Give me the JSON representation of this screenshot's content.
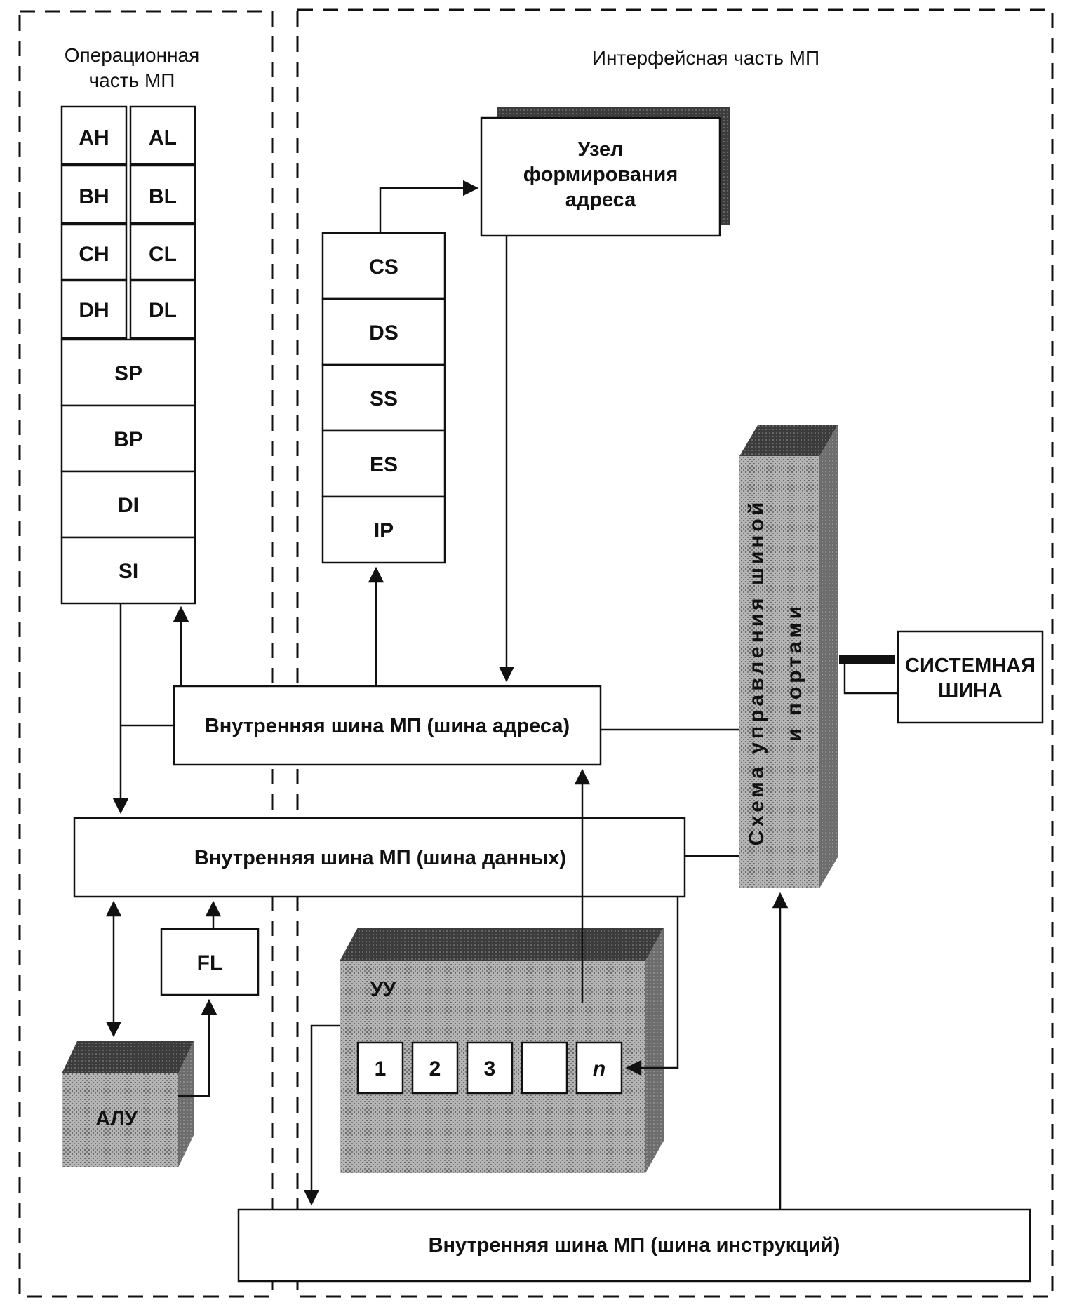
{
  "sections": {
    "operational_line1": "Операционная",
    "operational_line2": "часть МП",
    "interface": "Интерфейсная часть МП"
  },
  "gp_registers": [
    [
      "AH",
      "AL"
    ],
    [
      "BH",
      "BL"
    ],
    [
      "CH",
      "CL"
    ],
    [
      "DH",
      "DL"
    ]
  ],
  "pointer_registers": [
    "SP",
    "BP",
    "DI",
    "SI"
  ],
  "segment_registers": [
    "CS",
    "DS",
    "SS",
    "ES",
    "IP"
  ],
  "address_unit": {
    "line1": "Узел",
    "line2": "формирования",
    "line3": "адреса"
  },
  "bus_control": {
    "line1": "Схема управления шиной",
    "line2": "и портами"
  },
  "system_bus": {
    "line1": "СИСТЕМНАЯ",
    "line2": "ШИНА"
  },
  "buses": {
    "address": "Внутренняя шина МП (шина адреса)",
    "data": "Внутренняя шина МП (шина данных)",
    "instruction": "Внутренняя шина МП (шина инструкций)"
  },
  "control_unit": {
    "label": "УУ",
    "queue": [
      "1",
      "2",
      "3",
      "",
      "n"
    ]
  },
  "flags": "FL",
  "alu": "АЛУ",
  "colors": {
    "line": "#111111",
    "shade_light": "#a8a8a8",
    "shade_dark": "#3a3a3a"
  }
}
